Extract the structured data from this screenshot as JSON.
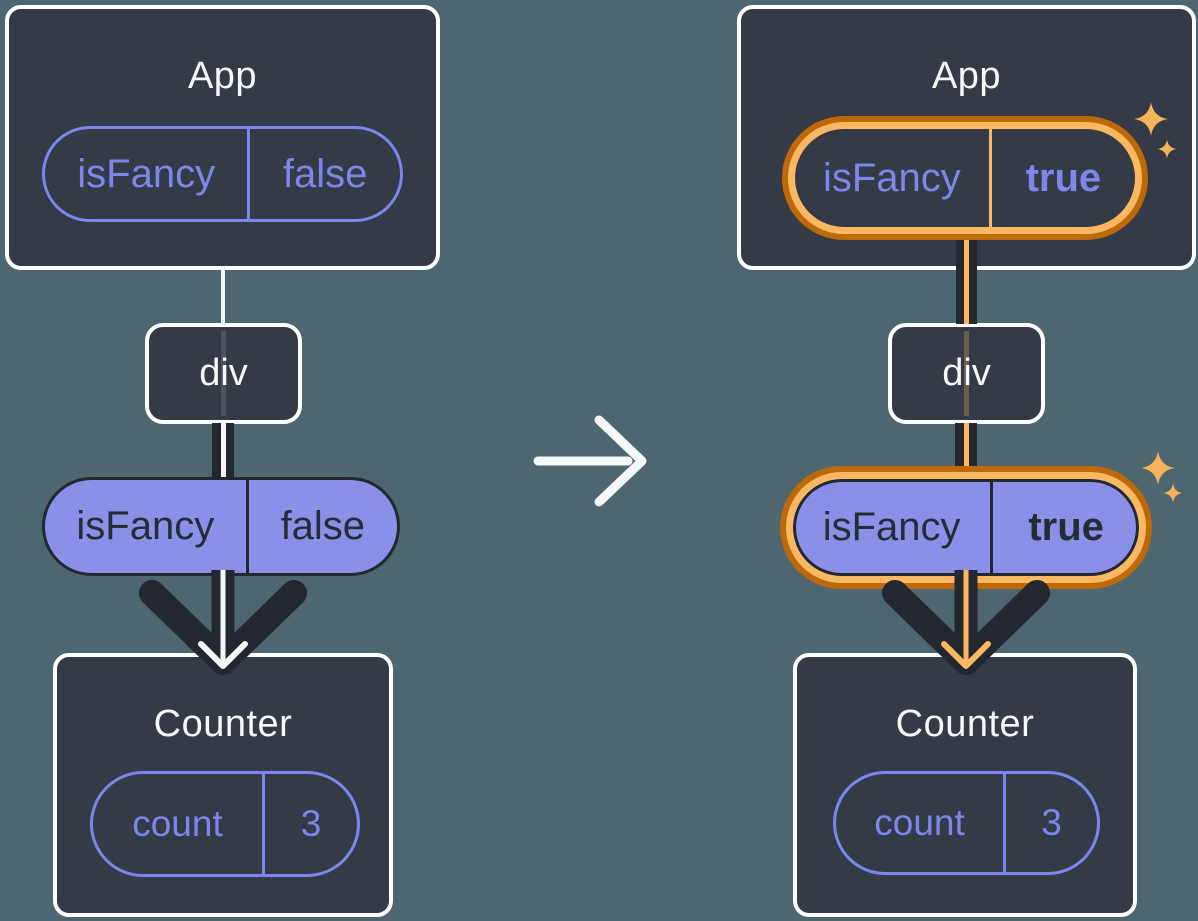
{
  "colors": {
    "background": "#4D6670",
    "card_fill": "#343A46",
    "card_border": "#FFFFFF",
    "purple_outline": "#7D87EB",
    "purple_fill": "#8A90E8",
    "dark_stroke": "#23272F",
    "dark_text_on_purple": "#262C36",
    "highlight_orange_dark": "#BE6908",
    "highlight_orange_light": "#FBB863",
    "sparkle_orange": "#F6B458",
    "light_text": "#F6F7F9"
  },
  "transition_arrow": {
    "direction": "right"
  },
  "before": {
    "app": {
      "title": "App",
      "prop_name": "isFancy",
      "prop_value": "false"
    },
    "div": {
      "label": "div"
    },
    "prop_pill": {
      "name": "isFancy",
      "value": "false"
    },
    "counter": {
      "title": "Counter",
      "state_name": "count",
      "state_value": "3"
    }
  },
  "after": {
    "app": {
      "title": "App",
      "prop_name": "isFancy",
      "prop_value": "true"
    },
    "div": {
      "label": "div"
    },
    "prop_pill": {
      "name": "isFancy",
      "value": "true"
    },
    "counter": {
      "title": "Counter",
      "state_name": "count",
      "state_value": "3"
    }
  }
}
